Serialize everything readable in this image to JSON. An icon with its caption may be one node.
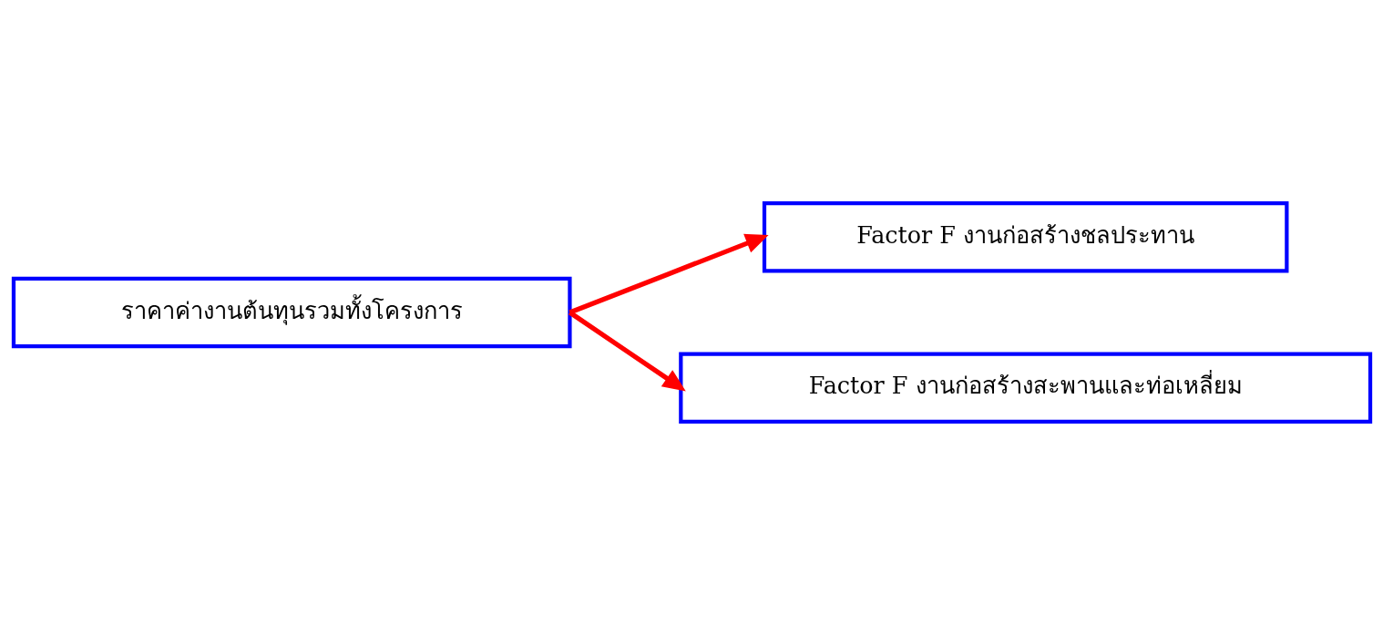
{
  "diagram": {
    "nodes": [
      {
        "text": [
          "ราคาค่างานต้นทุนรวมทั้งโครงการ"
        ]
      },
      {
        "text": [
          "Factor F งานก่อสร้างชลประทาน"
        ]
      },
      {
        "text": [
          "Factor F งานก่อสร้างสะพานและท่อเหลี่ยม"
        ]
      }
    ],
    "edges": [
      {
        "from": 0,
        "to": 1,
        "arrow": "to"
      },
      {
        "from": 0,
        "to": 2,
        "arrow": "to"
      }
    ]
  }
}
